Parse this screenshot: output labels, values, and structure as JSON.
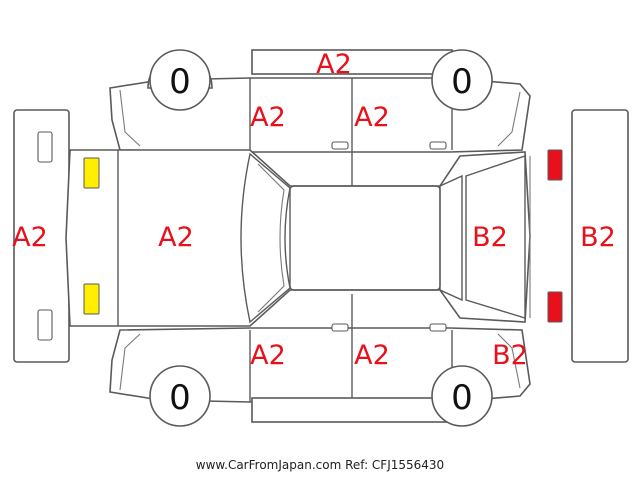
{
  "colors": {
    "outline": "#5a5a5a",
    "damage_text": "#e8101a",
    "front_light_marker": "#ffee00",
    "rear_light_marker": "#e8101a",
    "tire_text": "#111111"
  },
  "panels": {
    "roof_strip_top": "A2",
    "door_top_left": "A2",
    "door_top_right": "A2",
    "front_bumper": "A2",
    "hood": "A2",
    "tailgate": "B2",
    "rear_bumper": "B2",
    "door_bottom_left": "A2",
    "door_bottom_right": "A2",
    "rear_quarter_bottom": "B2"
  },
  "tires": {
    "front_top": "0",
    "rear_top": "0",
    "front_bottom": "0",
    "rear_bottom": "0"
  },
  "footer": {
    "site": "www.CarFromJapan.com",
    "ref": "Ref: CFJ1556430"
  }
}
